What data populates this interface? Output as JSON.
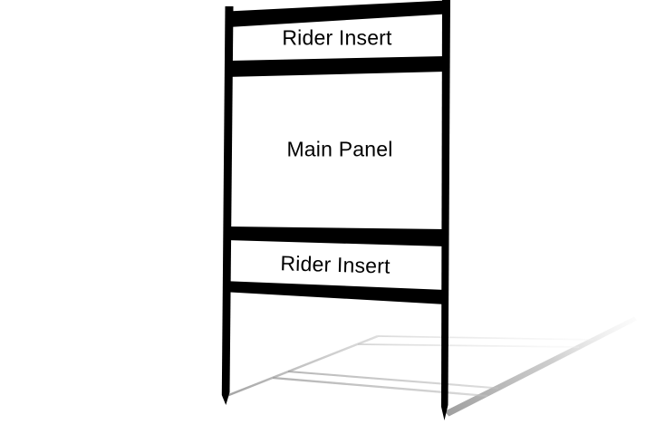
{
  "figure": {
    "background_color": "#ffffff",
    "frame_color": "#000000",
    "panel_color": "#ffffff",
    "label_color": "#000000",
    "shadow": {
      "dark": "#9f9f9f",
      "mid": "#c2c2c2",
      "light": "#f3f3f3"
    },
    "labels": {
      "top_rider": "Rider Insert",
      "main_panel": "Main Panel",
      "bottom_rider": "Rider Insert"
    }
  }
}
